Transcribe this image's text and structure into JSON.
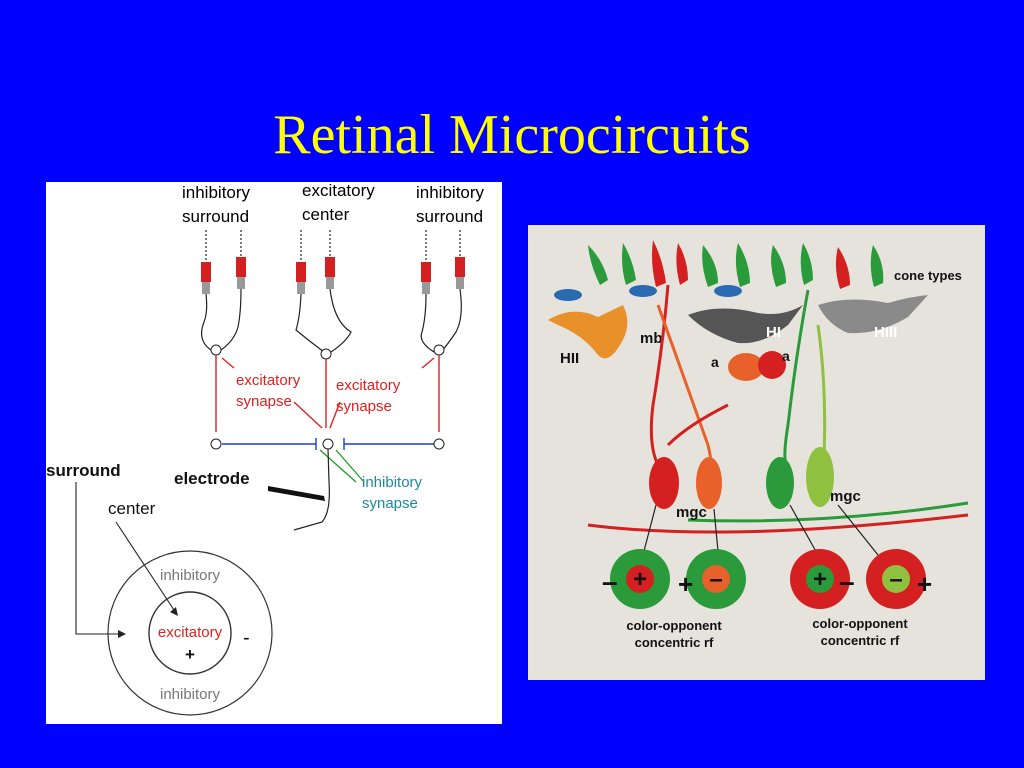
{
  "slide": {
    "title": "Retinal Microcircuits"
  },
  "left_diagram": {
    "labels": {
      "inhibitory_surround_left": [
        "inhibitory",
        "surround"
      ],
      "excitatory_center": [
        "excitatory",
        "center"
      ],
      "inhibitory_surround_right": [
        "inhibitory",
        "surround"
      ],
      "excitatory_synapse_left": [
        "excitatory",
        "synapse"
      ],
      "excitatory_synapse_right": [
        "excitatory",
        "synapse"
      ],
      "inhibitory_synapse": [
        "inhibitory",
        "synapse"
      ],
      "electrode": "electrode",
      "surround": "surround",
      "center": "center",
      "inhibitory_top": "inhibitory",
      "excitatory_inner": "excitatory",
      "plus": "+",
      "minus": "-",
      "inhibitory_bottom": "inhibitory"
    }
  },
  "right_diagram": {
    "labels": {
      "cone_types": "cone types",
      "HII_left": "HII",
      "mb": "mb",
      "HI": "HI",
      "HIII": "HIII",
      "a_left": "a",
      "a_right": "a",
      "mgc_left": "mgc",
      "mgc_right": "mgc",
      "rf_left": [
        "color-opponent",
        "concentric rf"
      ],
      "rf_right": [
        "color-opponent",
        "concentric rf"
      ]
    },
    "receptive_fields": [
      {
        "outer": "green",
        "inner": "red",
        "inner_sign": "+",
        "left_sign": "–",
        "right_sign": ""
      },
      {
        "outer": "green",
        "inner": "orange",
        "inner_sign": "–",
        "left_sign": "+",
        "right_sign": ""
      },
      {
        "outer": "red",
        "inner": "green",
        "inner_sign": "+",
        "left_sign": "",
        "right_sign": "–"
      },
      {
        "outer": "red",
        "inner": "lightgreen",
        "inner_sign": "–",
        "left_sign": "",
        "right_sign": "+"
      }
    ]
  },
  "colors": {
    "background": "#0000ff",
    "title": "#ffff00",
    "excitatory_line": "#e02020",
    "inhibitory_line": "#1a3fd0",
    "inhibitory_text": "#1a8aa0",
    "cone_red": "#d42020",
    "cone_green": "#2a9a3a",
    "cone_blue": "#2a6ab0",
    "orange_cell": "#e8902a"
  }
}
